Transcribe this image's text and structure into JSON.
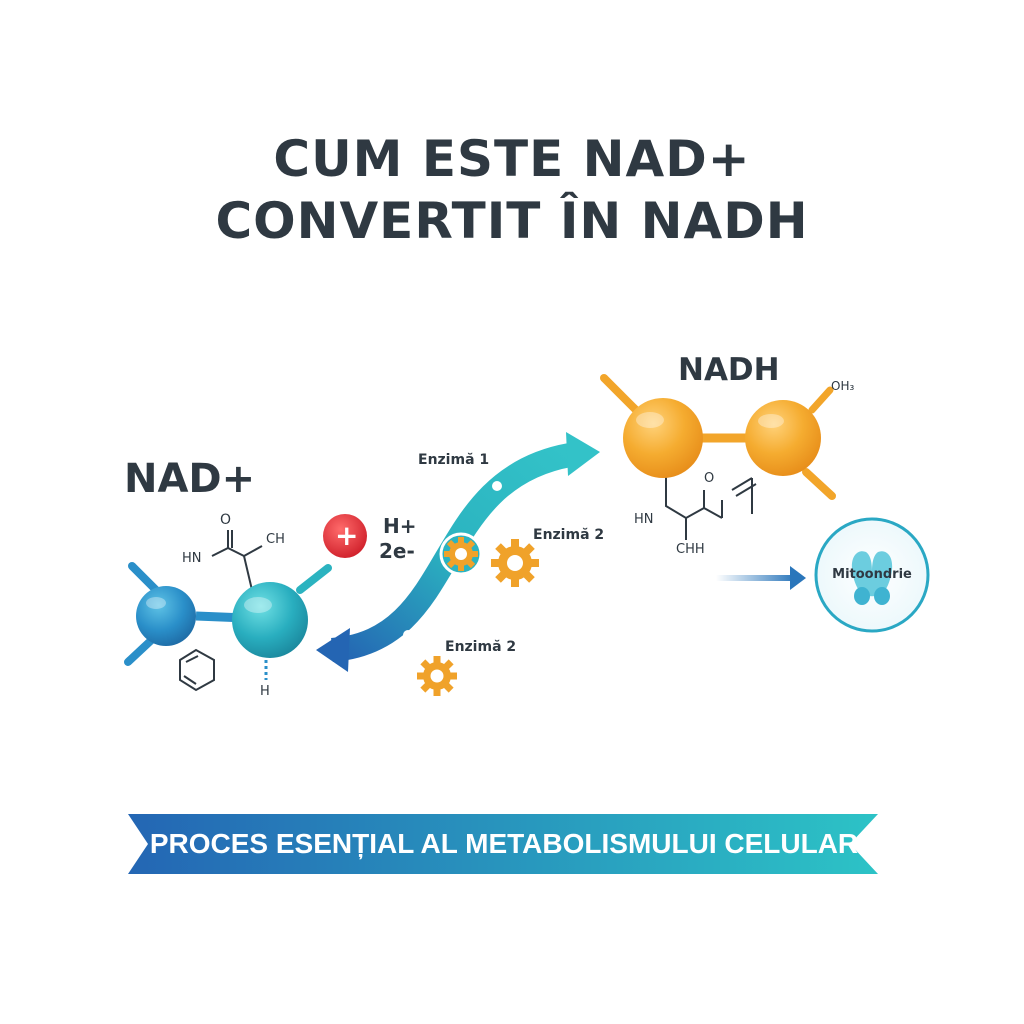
{
  "title": {
    "line1": "CUM ESTE NAD+",
    "line2": "CONVERTIT ÎN NADH"
  },
  "nad": {
    "label": "NAD+",
    "atom_o": "O",
    "atom_hn": "HN",
    "atom_ch": "CH",
    "atom_h": "H"
  },
  "electrons": {
    "plus_symbol": "+",
    "h_plus": "H+",
    "two_e": "2e-"
  },
  "enzymes": {
    "enzyme_top": "Enzimă 1",
    "enzyme_right": "Enzimă 2",
    "enzyme_bottom": "Enzimă 2"
  },
  "nadh": {
    "label": "NADH",
    "atom_oh3": "OH₃",
    "atom_hn": "HN",
    "atom_o": "O",
    "atom_chh": "CHH"
  },
  "mito": {
    "label": "Mitoondrie"
  },
  "banner": {
    "text": "PROCES ESENȚIAL AL METABOLISMULUI CELULAR"
  },
  "colors": {
    "teal": "#2bb3c0",
    "blue": "#2a76bb",
    "orange": "#f2a52a",
    "red": "#e0343b",
    "dark_text": "#2f3942"
  }
}
